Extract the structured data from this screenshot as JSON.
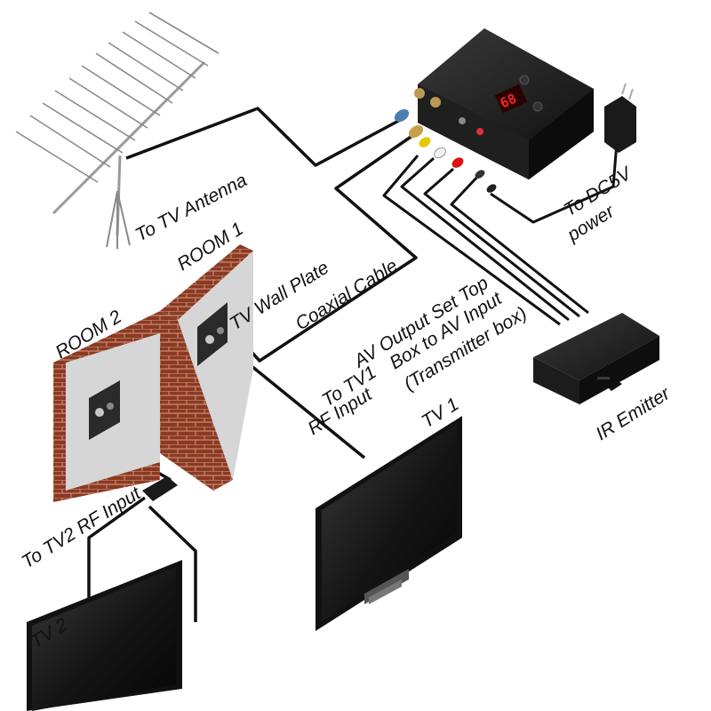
{
  "labels": {
    "antenna": "To TV Antenna",
    "room1": "ROOM 1",
    "room2": "ROOM 2",
    "wall_plate": "TV Wall Plate",
    "coax": "Coaxial Cable",
    "av_line1": "AV Output Set Top",
    "av_line2": "Box to AV Input",
    "av_line3": "(Transmitter box)",
    "power_line1": "To DC5V",
    "power_line2": "power",
    "tv1_in_line1": "To TV1",
    "tv1_in_line2": "RF Input",
    "tv1": "TV 1",
    "tv2_in": "To TV2 RF Input",
    "tv2": "TV 2",
    "ir": "IR Emitter",
    "led_display": "68"
  },
  "colors": {
    "cable": "#111111",
    "brick": "#8a3a24",
    "wall": "#d6d6d6",
    "device": "#1c1c1c",
    "led": "#ff2222"
  }
}
